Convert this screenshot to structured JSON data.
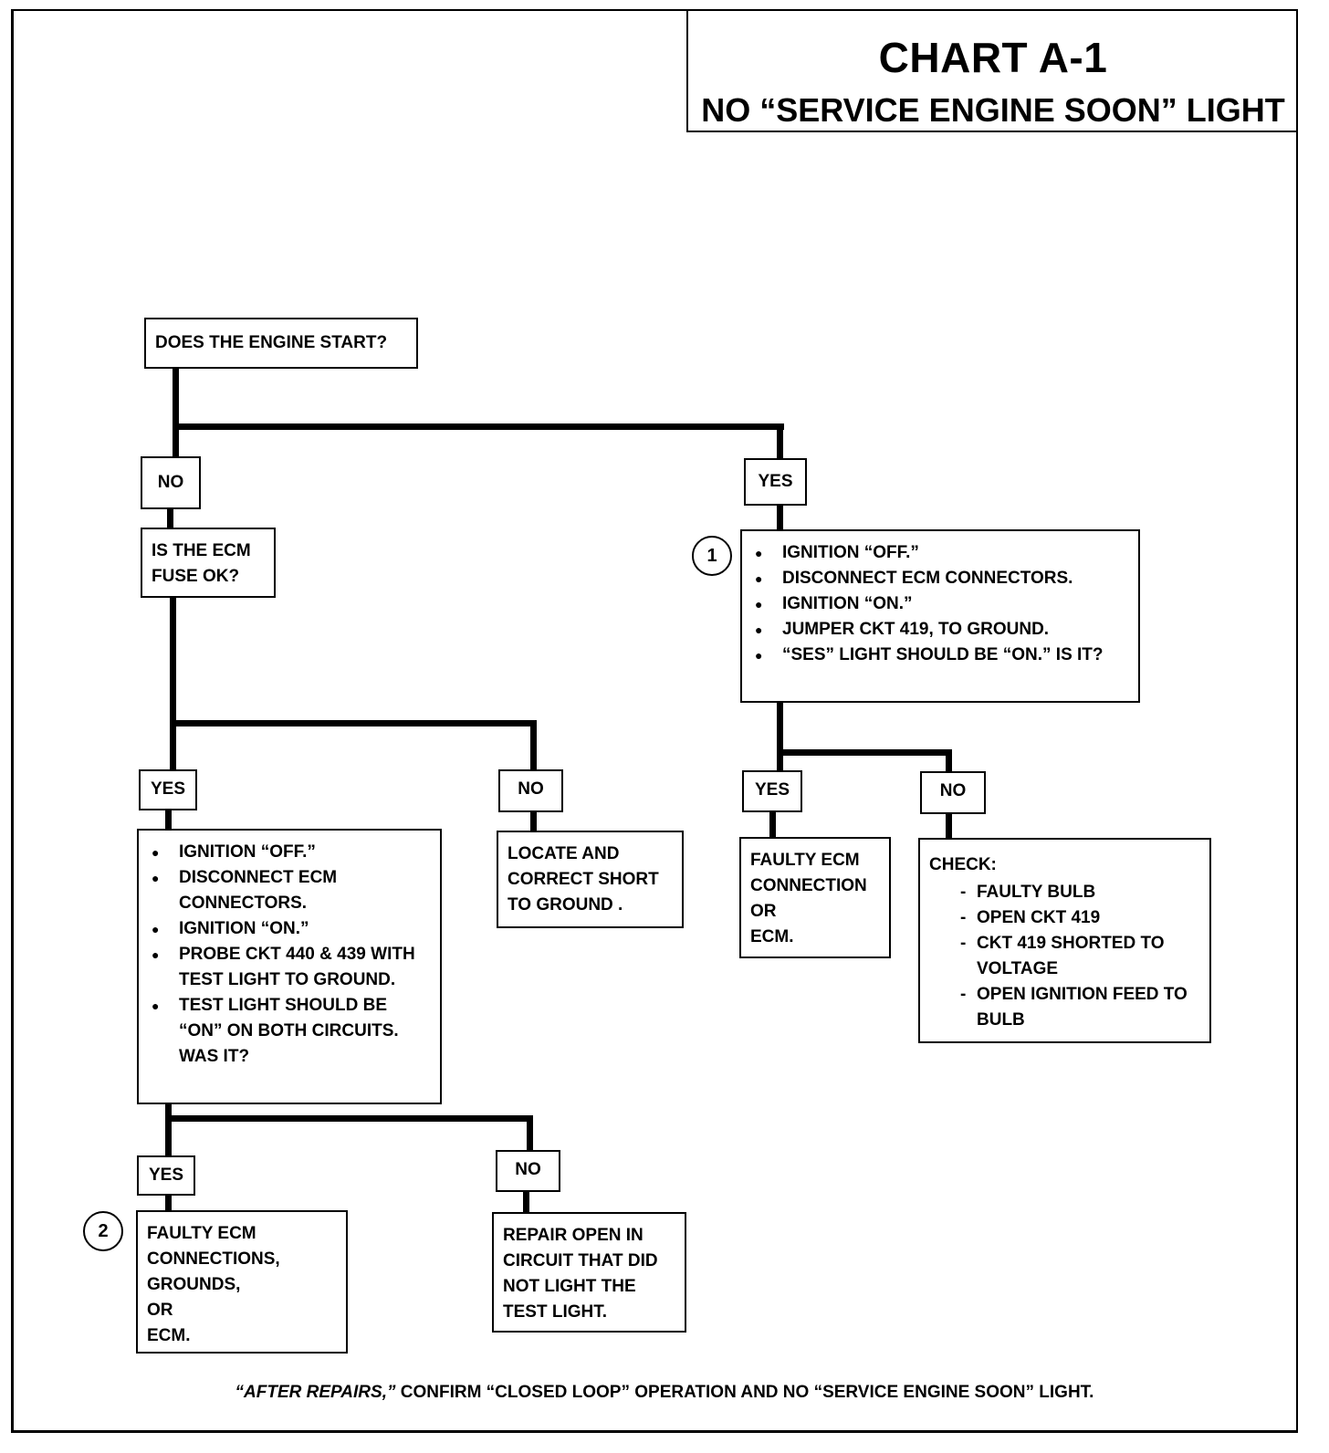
{
  "title": "CHART A-1",
  "subtitle": "NO “SERVICE ENGINE SOON” LIGHT",
  "q_start": "DOES THE ENGINE START?",
  "lbl_no1": "NO",
  "lbl_yes1": "YES",
  "q_fuse": [
    "IS THE ECM",
    "FUSE OK?"
  ],
  "circle1": "1",
  "circle2": "2",
  "test1": [
    "IGNITION “OFF.”",
    "DISCONNECT ECM CONNECTORS.",
    "IGNITION “ON.”",
    "JUMPER CKT 419,  TO GROUND.",
    "“SES” LIGHT  SHOULD BE “ON.” IS IT?"
  ],
  "lbl_yes_fuse": "YES",
  "lbl_no_fuse": "NO",
  "test2": [
    "IGNITION “OFF.”",
    "DISCONNECT ECM CONNECTORS.",
    "IGNITION “ON.”",
    "PROBE CKT 440 & 439 WITH TEST LIGHT TO GROUND.",
    "TEST LIGHT  SHOULD BE “ON” ON BOTH CIRCUITS. WAS IT?"
  ],
  "short": [
    "LOCATE  AND",
    "CORRECT SHORT",
    "TO GROUND ."
  ],
  "lbl_yes_ses": "YES",
  "lbl_no_ses": "NO",
  "faulty1": [
    "FAULTY ECM",
    "CONNECTION",
    "OR",
    "ECM."
  ],
  "check_title": "CHECK:",
  "check_items": [
    "FAULTY BULB",
    "OPEN CKT 419",
    "CKT 419 SHORTED TO VOLTAGE",
    "OPEN IGNITION FEED TO BULB"
  ],
  "lbl_yes_probe": "YES",
  "lbl_no_probe": "NO",
  "faulty2": [
    "FAULTY ECM",
    "CONNECTIONS,",
    "GROUNDS,",
    "OR",
    "ECM."
  ],
  "repair": [
    "REPAIR OPEN IN",
    "CIRCUIT THAT DID",
    "NOT LIGHT THE",
    "TEST LIGHT."
  ],
  "footer_italic": "“AFTER REPAIRS,”",
  "footer_rest": " CONFIRM “CLOSED LOOP” OPERATION AND NO “SERVICE ENGINE SOON” LIGHT."
}
